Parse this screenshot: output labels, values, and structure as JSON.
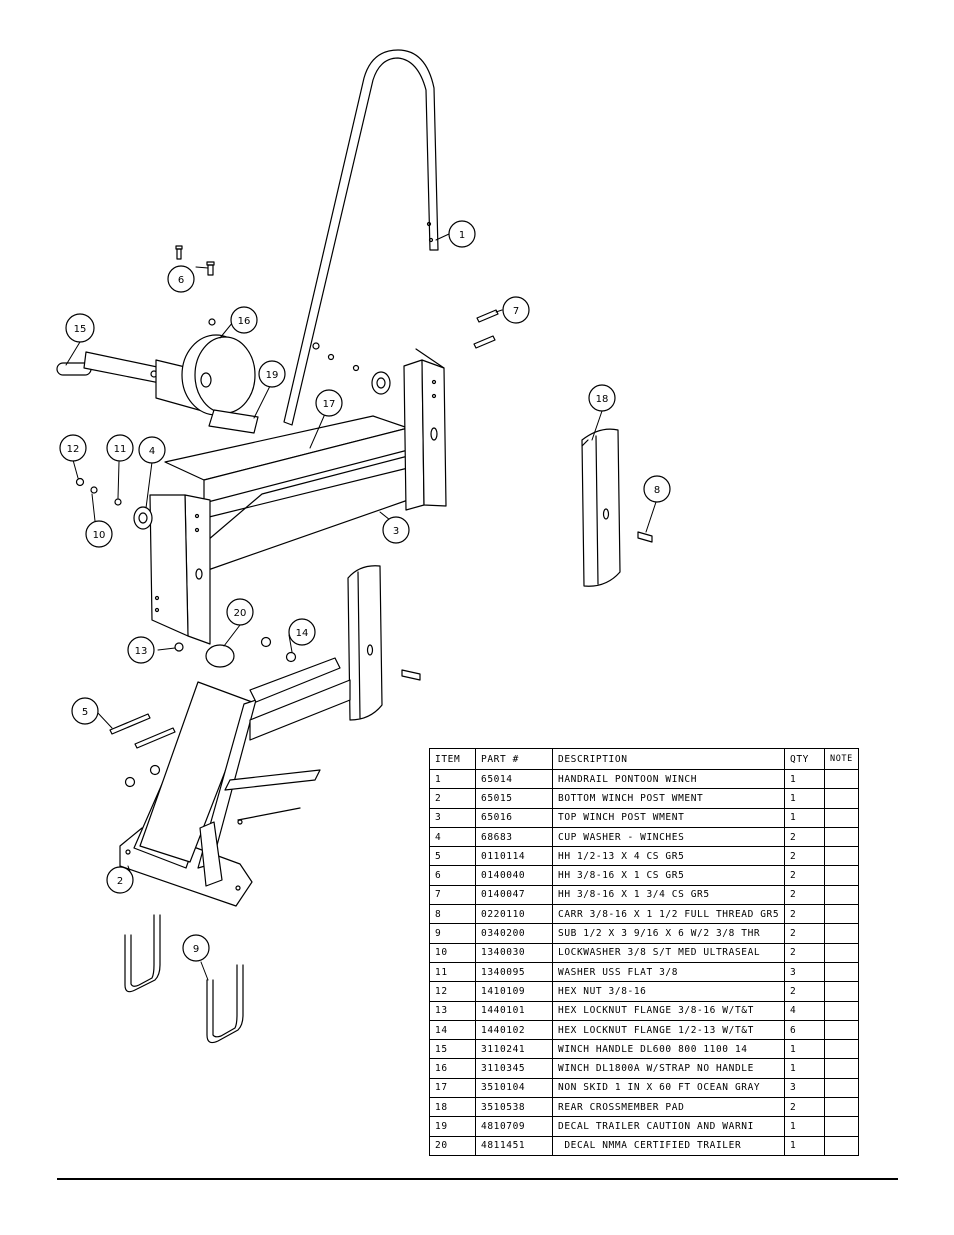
{
  "callouts": [
    "1",
    "2",
    "3",
    "4",
    "5",
    "6",
    "7",
    "8",
    "9",
    "10",
    "11",
    "12",
    "13",
    "14",
    "15",
    "16",
    "17",
    "18",
    "19",
    "20"
  ],
  "bom": {
    "headers": {
      "item": "ITEM",
      "part": "PART #",
      "description": "DESCRIPTION",
      "qty": "QTY",
      "note": "NOTE"
    },
    "rows": [
      {
        "item": "1",
        "part": "65014",
        "description": "HANDRAIL PONTOON WINCH",
        "qty": "1",
        "note": ""
      },
      {
        "item": "2",
        "part": "65015",
        "description": "BOTTOM WINCH POST WMENT",
        "qty": "1",
        "note": ""
      },
      {
        "item": "3",
        "part": "65016",
        "description": "TOP WINCH POST WMENT",
        "qty": "1",
        "note": ""
      },
      {
        "item": "4",
        "part": "68683",
        "description": "CUP WASHER - WINCHES",
        "qty": "2",
        "note": ""
      },
      {
        "item": "5",
        "part": "0110114",
        "description": "HH 1/2-13 X 4 CS GR5",
        "qty": "2",
        "note": ""
      },
      {
        "item": "6",
        "part": "0140040",
        "description": "HH 3/8-16 X 1 CS GR5",
        "qty": "2",
        "note": ""
      },
      {
        "item": "7",
        "part": "0140047",
        "description": "HH 3/8-16 X 1 3/4 CS GR5",
        "qty": "2",
        "note": ""
      },
      {
        "item": "8",
        "part": "0220110",
        "description": "CARR 3/8-16 X 1 1/2 FULL THREAD GR5",
        "qty": "2",
        "note": ""
      },
      {
        "item": "9",
        "part": "0340200",
        "description": "SUB 1/2 X 3 9/16 X 6 W/2 3/8 THR",
        "qty": "2",
        "note": ""
      },
      {
        "item": "10",
        "part": "1340030",
        "description": "LOCKWASHER 3/8 S/T MED ULTRASEAL",
        "qty": "2",
        "note": ""
      },
      {
        "item": "11",
        "part": "1340095",
        "description": "WASHER USS FLAT 3/8",
        "qty": "3",
        "note": ""
      },
      {
        "item": "12",
        "part": "1410109",
        "description": "HEX NUT 3/8-16",
        "qty": "2",
        "note": ""
      },
      {
        "item": "13",
        "part": "1440101",
        "description": "HEX LOCKNUT FLANGE 3/8-16 W/T&T",
        "qty": "4",
        "note": ""
      },
      {
        "item": "14",
        "part": "1440102",
        "description": "HEX LOCKNUT FLANGE 1/2-13 W/T&T",
        "qty": "6",
        "note": ""
      },
      {
        "item": "15",
        "part": "3110241",
        "description": "WINCH HANDLE   DL600 800 1100 14",
        "qty": "1",
        "note": ""
      },
      {
        "item": "16",
        "part": "3110345",
        "description": "WINCH DL1800A W/STRAP  NO HANDLE",
        "qty": "1",
        "note": ""
      },
      {
        "item": "17",
        "part": "3510104",
        "description": "NON SKID 1 IN X 60 FT OCEAN GRAY",
        "qty": "3",
        "note": ""
      },
      {
        "item": "18",
        "part": "3510538",
        "description": "REAR CROSSMEMBER PAD",
        "qty": "2",
        "note": ""
      },
      {
        "item": "19",
        "part": "4810709",
        "description": "DECAL TRAILER CAUTION AND WARNI",
        "qty": "1",
        "note": ""
      },
      {
        "item": "20",
        "part": "4811451",
        "description": " DECAL NMMA CERTIFIED TRAILER",
        "qty": "1",
        "note": ""
      }
    ]
  }
}
